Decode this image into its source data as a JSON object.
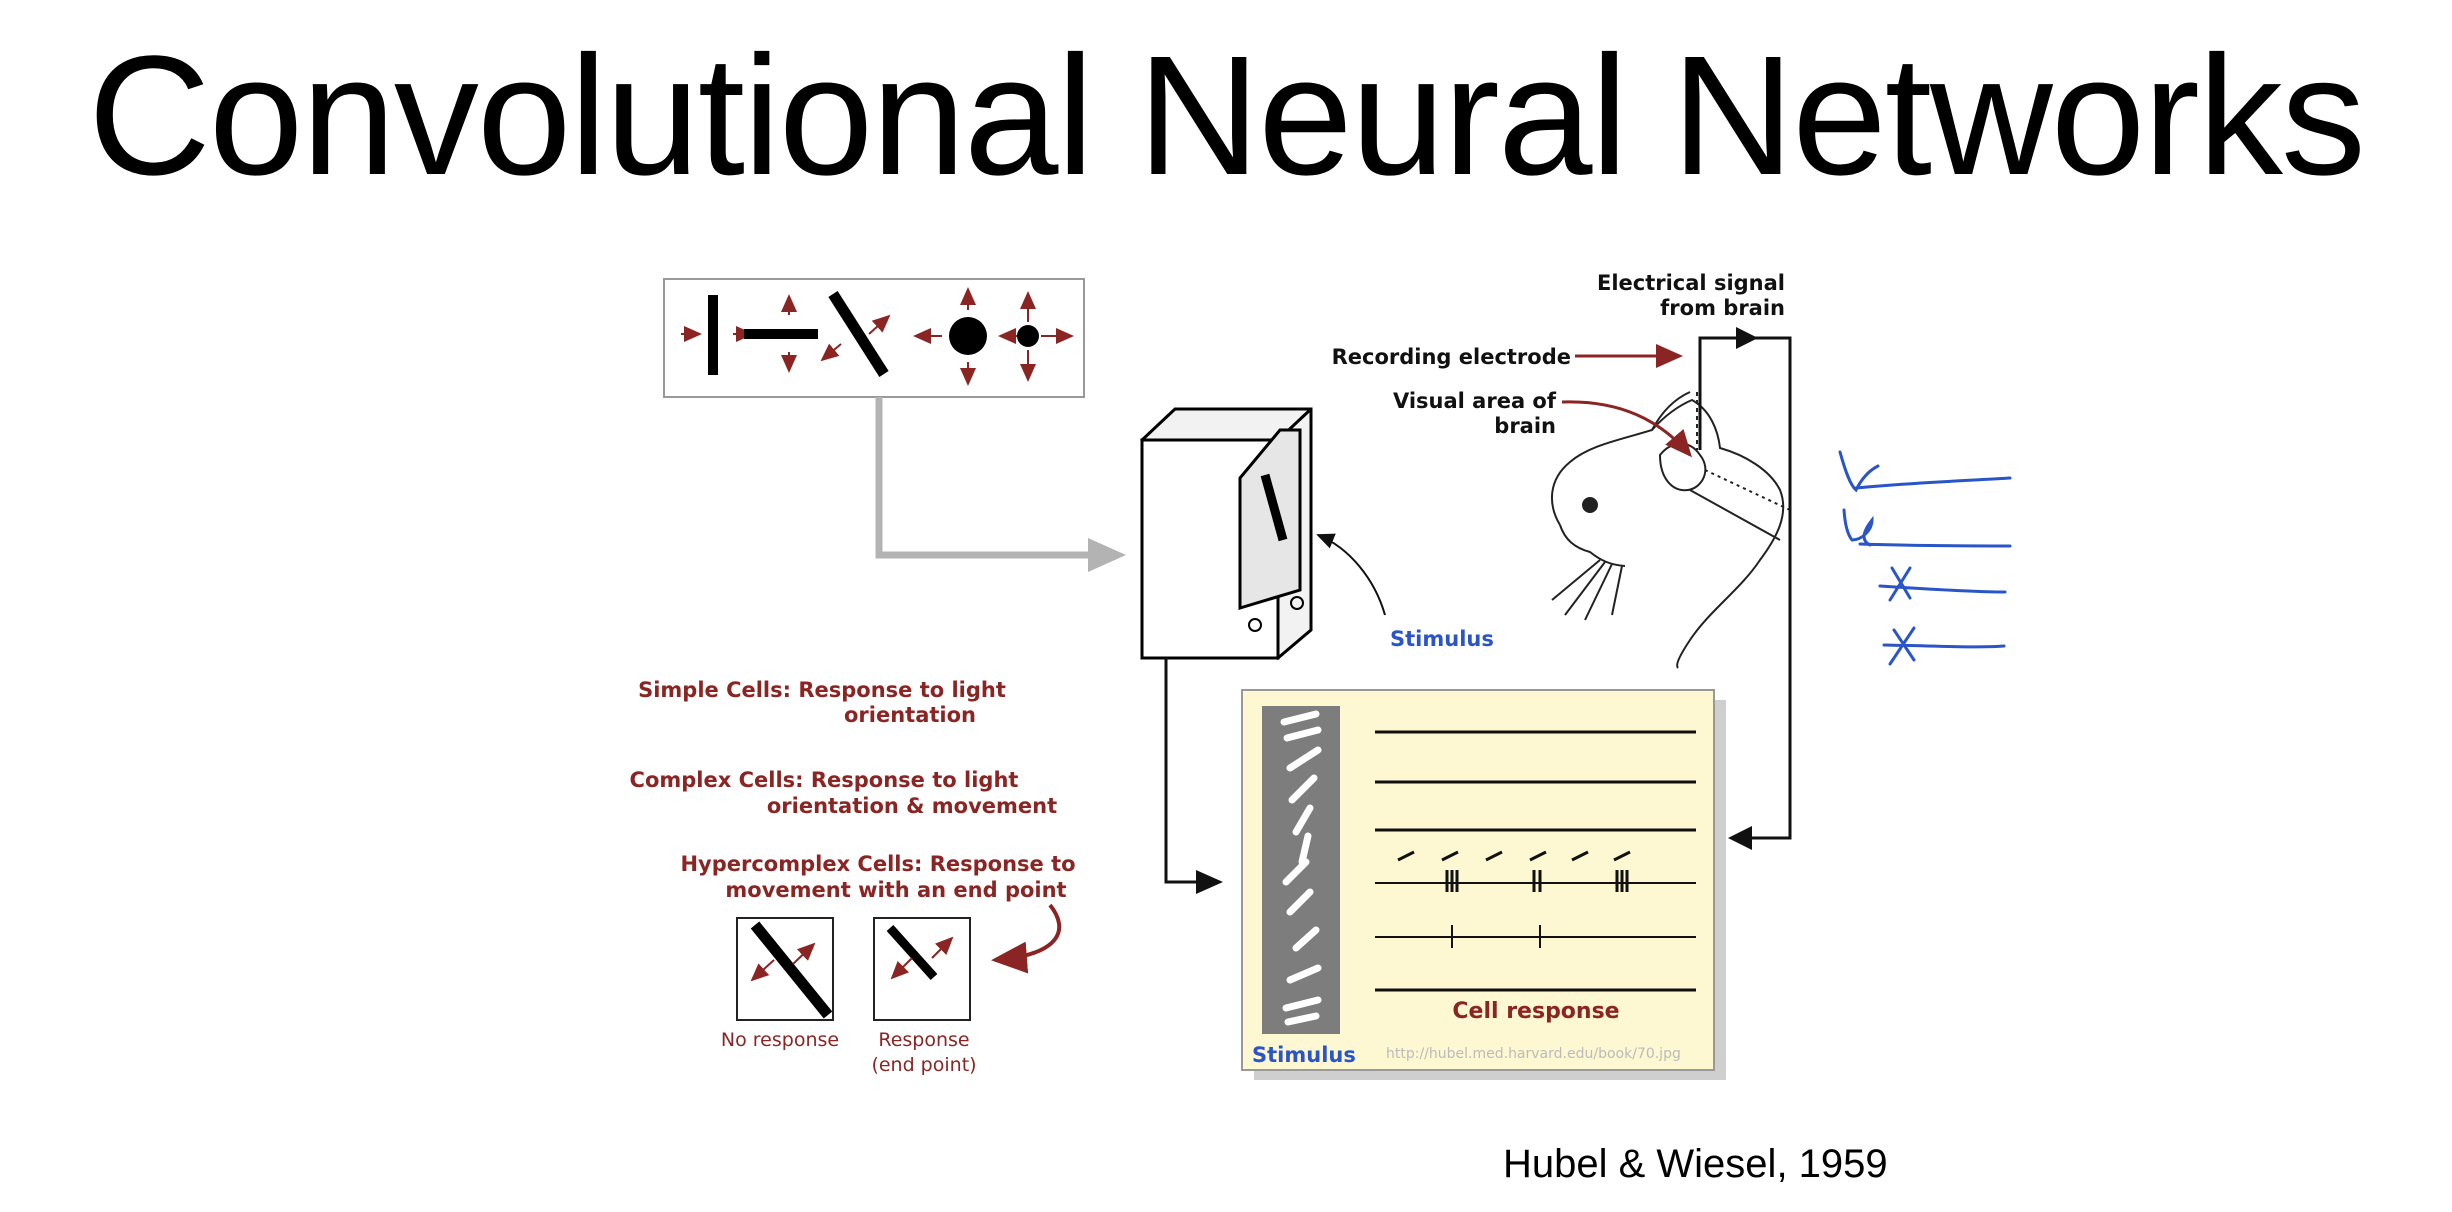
{
  "title": "Convolutional Neural Networks",
  "citation": "Hubel & Wiesel, 1959",
  "figure": {
    "electrical_signal": [
      "Electrical signal",
      "from brain"
    ],
    "recording_electrode": "Recording electrode",
    "visual_area": [
      "Visual area of",
      "brain"
    ],
    "stimulus_label_top": "Stimulus",
    "stimulus_label_bottom": "Stimulus",
    "cell_response": "Cell response",
    "source_url": "http://hubel.med.harvard.edu/book/70.jpg",
    "simple_cells": [
      "Simple Cells: Response to light",
      "orientation"
    ],
    "complex_cells": [
      "Complex Cells: Response to light",
      "orientation & movement"
    ],
    "hypercomplex_cells": [
      "Hypercomplex Cells: Response to",
      "movement with an end point"
    ],
    "no_response": "No response",
    "response_end": [
      "Response",
      "(end point)"
    ]
  },
  "colors": {
    "label_red": "#8a2523",
    "label_blue": "#2a55c8",
    "panel_bg": "#fdf7d2",
    "arrow_gray": "#b3b3b3"
  }
}
